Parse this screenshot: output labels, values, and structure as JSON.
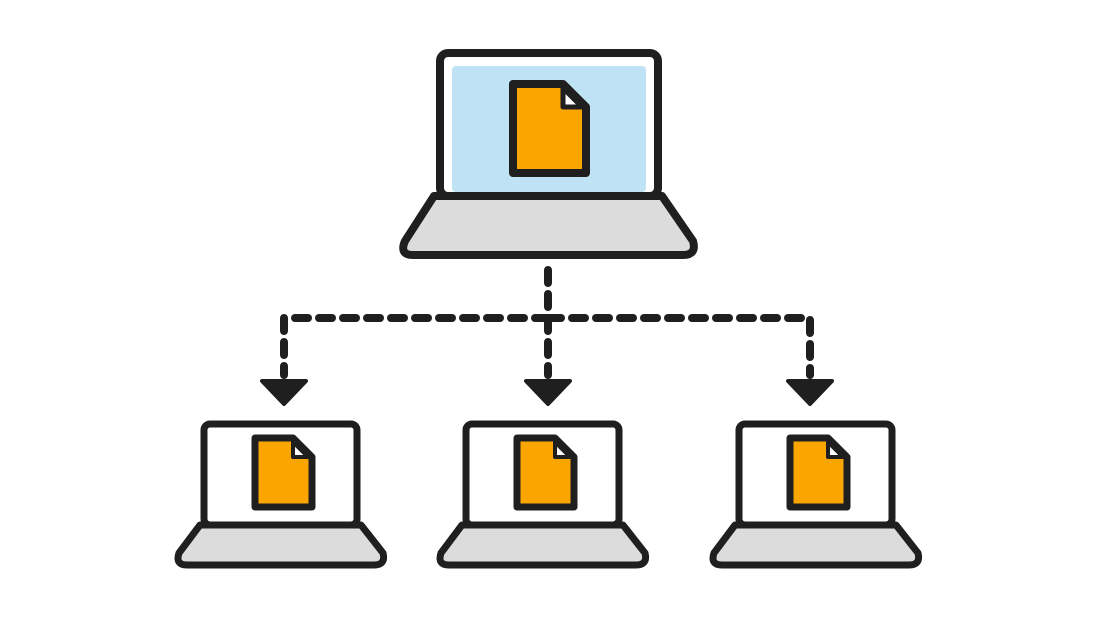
{
  "diagram": {
    "description_nodes": [
      {
        "id": "source-laptop",
        "role": "source",
        "screen": "highlighted",
        "icon": "document-icon"
      },
      {
        "id": "target-laptop-left",
        "role": "target",
        "screen": "plain",
        "icon": "document-icon"
      },
      {
        "id": "target-laptop-center",
        "role": "target",
        "screen": "plain",
        "icon": "document-icon"
      },
      {
        "id": "target-laptop-right",
        "role": "target",
        "screen": "plain",
        "icon": "document-icon"
      }
    ],
    "edges": [
      {
        "from": "source-laptop",
        "to": "target-laptop-left",
        "style": "dashed-arrow"
      },
      {
        "from": "source-laptop",
        "to": "target-laptop-center",
        "style": "dashed-arrow"
      },
      {
        "from": "source-laptop",
        "to": "target-laptop-right",
        "style": "dashed-arrow"
      }
    ]
  },
  "colors": {
    "stroke": "#1f1f1f",
    "screen_highlight": "#bfe3f4",
    "screen_plain": "#ffffff",
    "keyboard_base": "#dcdcdc",
    "document_fill": "#fba500",
    "document_fold": "#ffffff",
    "background": "#ffffff"
  }
}
